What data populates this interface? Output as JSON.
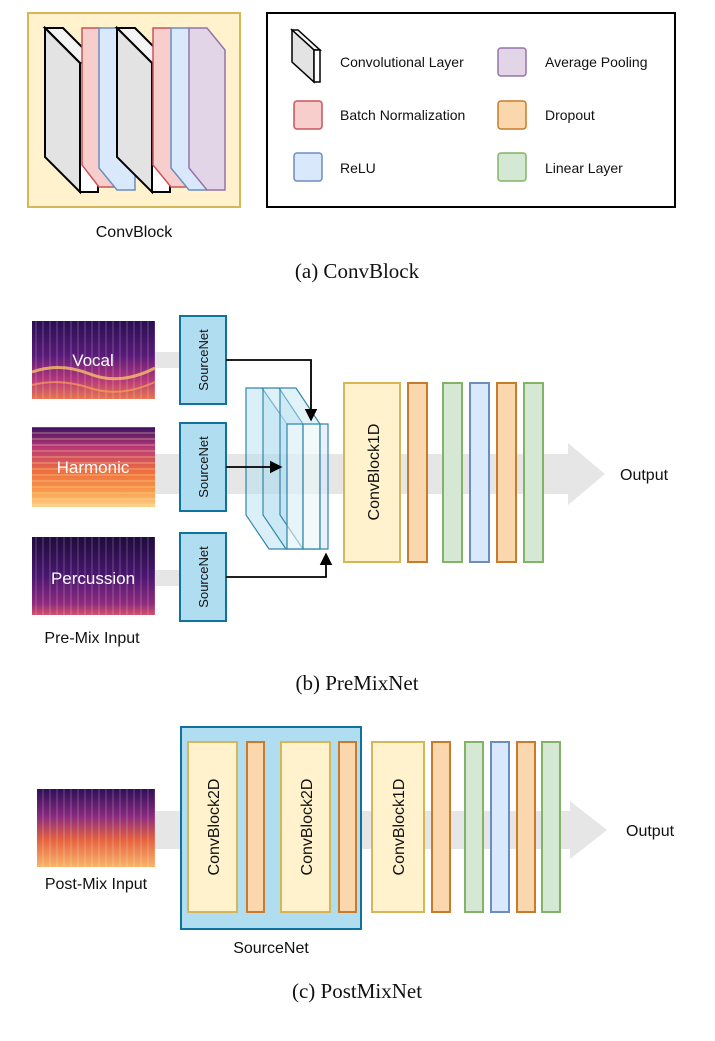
{
  "colors": {
    "conv": "#e6e6e6",
    "batchnorm": "#f8cecc",
    "batchnorm_border": "#c9545a",
    "relu": "#dae8fc",
    "relu_border": "#6c8ebf",
    "pooling": "#e1d5e7",
    "pooling_border": "#9673a6",
    "dropout": "#fad7ac",
    "dropout_border": "#c87b2a",
    "linear": "#d5e8d4",
    "linear_border": "#82b366",
    "convblock": "#fff2cc",
    "convblock_border": "#d6b656",
    "sourcenet": "#b1ddf0",
    "sourcenet_border": "#10739e",
    "arrow": "#e6e6e6"
  },
  "panel_a": {
    "convblock_label": "ConvBlock",
    "caption": "(a)  ConvBlock",
    "legend": [
      {
        "key": "conv",
        "label": "Convolutional Layer",
        "icon": "cuboid-icon"
      },
      {
        "key": "batchnorm",
        "label": "Batch Normalization",
        "icon": "square-icon"
      },
      {
        "key": "relu",
        "label": "ReLU",
        "icon": "square-icon"
      },
      {
        "key": "pooling",
        "label": "Average Pooling",
        "icon": "square-icon"
      },
      {
        "key": "dropout",
        "label": "Dropout",
        "icon": "square-icon"
      },
      {
        "key": "linear",
        "label": "Linear Layer",
        "icon": "square-icon"
      }
    ]
  },
  "panel_b": {
    "inputs": [
      {
        "label": "Vocal"
      },
      {
        "label": "Harmonic"
      },
      {
        "label": "Percussion"
      }
    ],
    "sourcenet_label": "SourceNet",
    "input_caption": "Pre-Mix Input",
    "convblock1d_label": "ConvBlock1D",
    "output_label": "Output",
    "caption": "(b)  PreMixNet"
  },
  "panel_c": {
    "input_caption": "Post-Mix Input",
    "convblock2d_label": "ConvBlock2D",
    "convblock1d_label": "ConvBlock1D",
    "sourcenet_label": "SourceNet",
    "output_label": "Output",
    "caption": "(c)  PostMixNet"
  }
}
